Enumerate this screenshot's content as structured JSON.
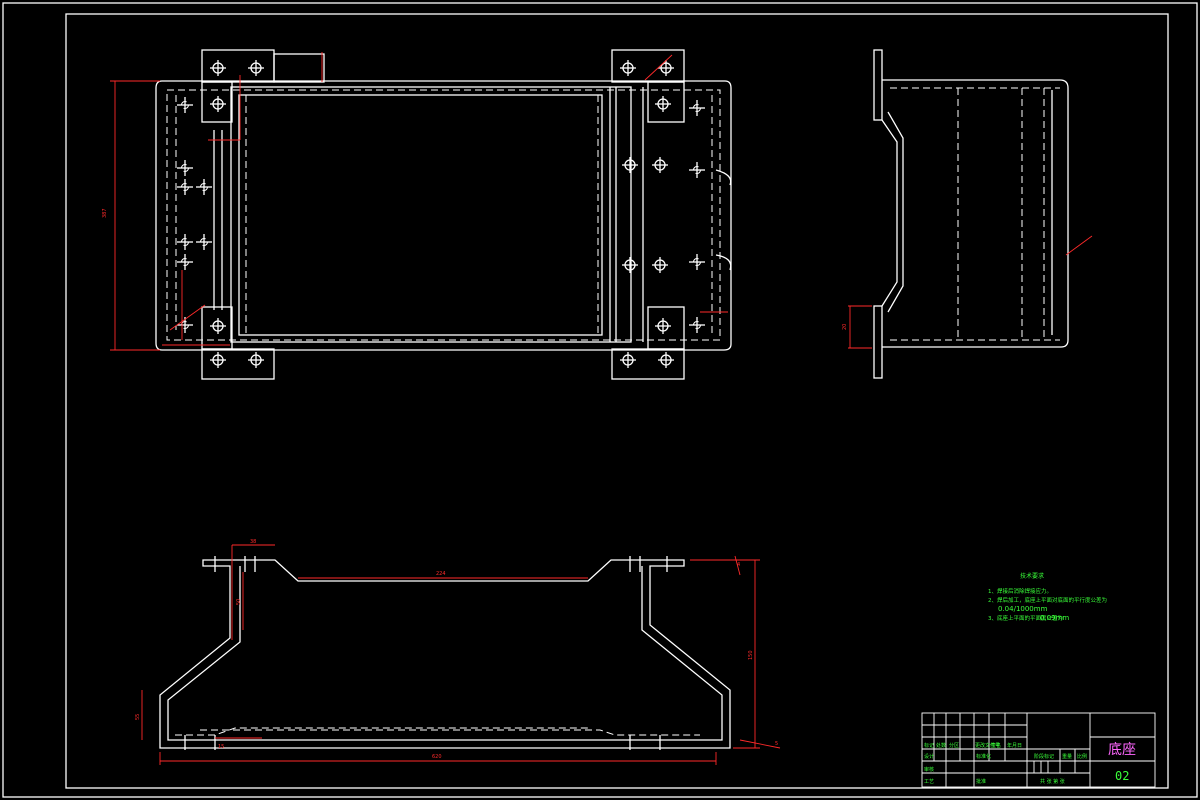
{
  "drawing": {
    "title": "底座",
    "number": "02"
  },
  "dimensions": {
    "top_view_height": "387",
    "side_bottom": "20",
    "front_center_width": "224",
    "front_total_width": "620",
    "front_height": "150",
    "front_left_height": "50",
    "front_flange": "38",
    "front_small_a": "55",
    "front_small_b": "15",
    "front_right_a": "4",
    "front_right_b": "5"
  },
  "tech_notes": {
    "heading": "技术要求",
    "item1": "1、焊接后消除焊接应力。",
    "item2": "2、焊后加工，底座上平面对底面的平行度公差为",
    "item2_value": "0.04/1000mm",
    "item3_prefix": "3、底座上平面的平面度公差为",
    "item3_value": "0.09mm"
  },
  "title_block": {
    "cells": [
      "标记",
      "处数",
      "分区",
      "更改文件号",
      "签名",
      "年月日"
    ],
    "design": "设计",
    "standardize": "标准化",
    "review": "审核",
    "process": "工艺",
    "approve": "批准",
    "stage_mark": "阶段标记",
    "weight": "重量",
    "scale": "比例",
    "sheets": "共 张  第 张"
  }
}
